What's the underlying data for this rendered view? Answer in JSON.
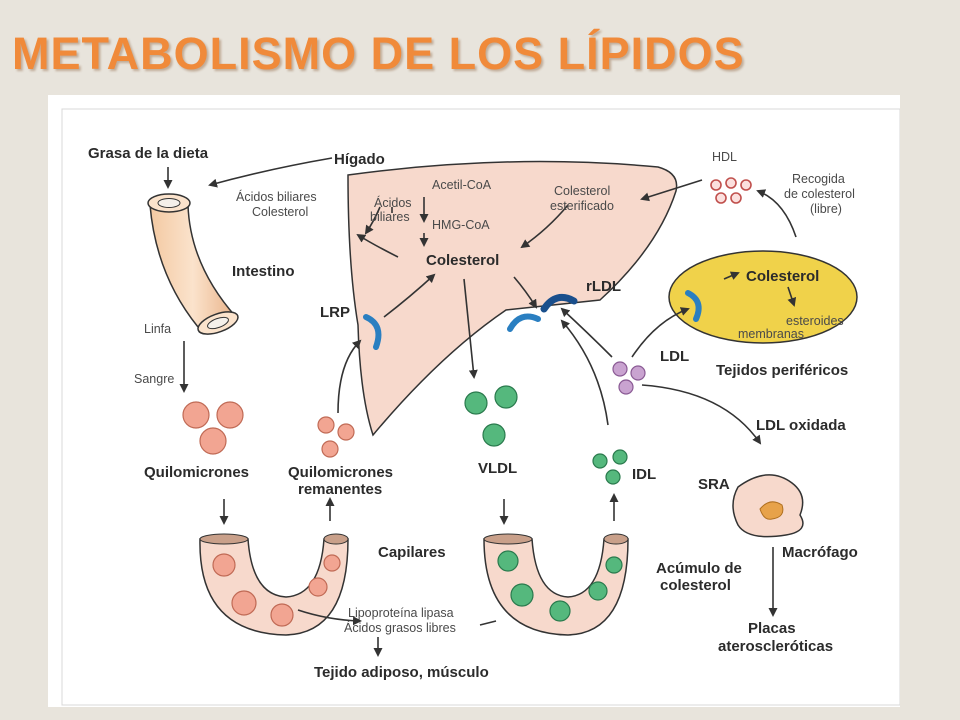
{
  "title": "METABOLISMO DE  LOS LÍPIDOS",
  "colors": {
    "title": "#f08a3a",
    "liver": "#f7d9cc",
    "chylomicron": "#f2a592",
    "vldl": "#55b87d",
    "ldl": "#c9a3d0",
    "hdl": "#e28a8a",
    "peripheral_cell": "#f0d24a",
    "receptor": "#2a7fc1"
  },
  "labels": {
    "grasa_dieta": "Grasa de la dieta",
    "higado": "Hígado",
    "acidos_biliares_colesterol_1": "Ácidos biliares",
    "acidos_biliares_colesterol_2": "Colesterol",
    "acidos_biliares_1": "Ácidos",
    "acidos_biliares_2": "biliares",
    "acetil_coa": "Acetil-CoA",
    "hmg_coa": "HMG-CoA",
    "colesterol_higado": "Colesterol",
    "colesterol_esterificado_1": "Colesterol",
    "colesterol_esterificado_2": "esterificado",
    "hdl": "HDL",
    "recogida_1": "Recogida",
    "recogida_2": "de colesterol",
    "recogida_3": "(libre)",
    "intestino": "Intestino",
    "linfa": "Linfa",
    "sangre": "Sangre",
    "lrp": "LRP",
    "rldl": "rLDL",
    "colesterol_periferico": "Colesterol",
    "esteroides": "esteroides",
    "membranas": "membranas",
    "ldl": "LDL",
    "tejidos_perifericos": "Tejidos periféricos",
    "ldl_oxidada": "LDL oxidada",
    "quilomicrones": "Quilomicrones",
    "quilomicrones_remanentes_1": "Quilomicrones",
    "quilomicrones_remanentes_2": "remanentes",
    "vldl": "VLDL",
    "idl": "IDL",
    "sra": "SRA",
    "capilares": "Capilares",
    "macrofago": "Macrófago",
    "acumulo_1": "Acúmulo de",
    "acumulo_2": "colesterol",
    "lipoproteina_lipasa": "Lipoproteína lipasa",
    "acidos_grasos": "Ácidos grasos libres",
    "tejido_adiposo": "Tejido adiposo, músculo",
    "placas_1": "Placas",
    "placas_2": "ateroscleróticas"
  }
}
